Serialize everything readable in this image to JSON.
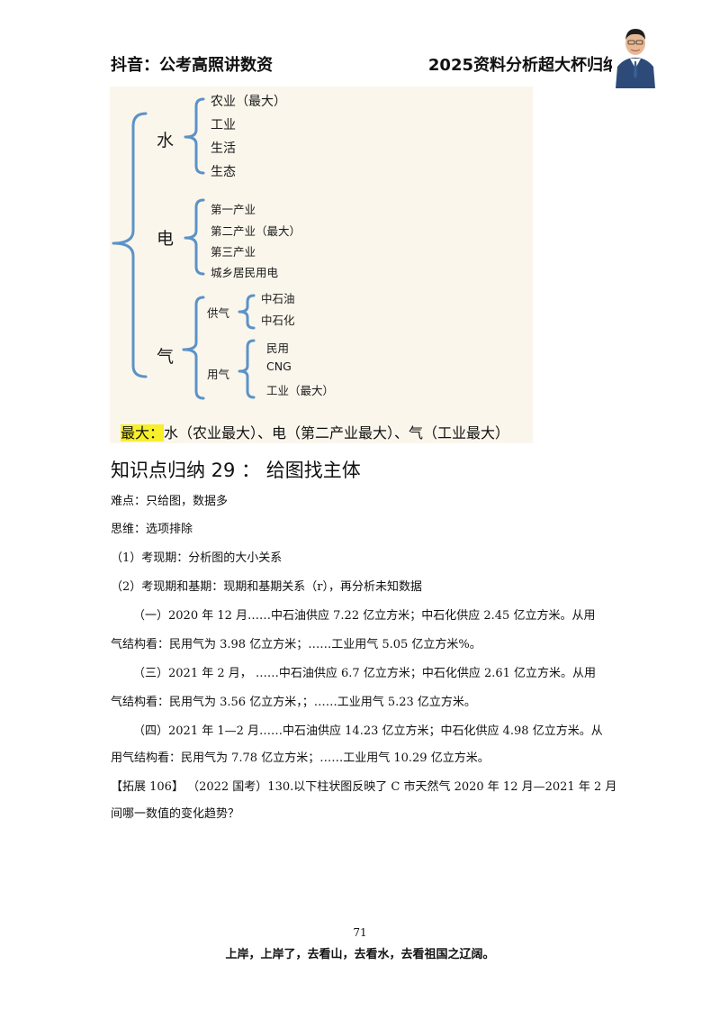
{
  "header": {
    "left": "抖音：公考高照讲数资",
    "right": "2025资料分析超大杯归纳"
  },
  "diagram": {
    "water": {
      "label": "水",
      "items": [
        "农业（最大）",
        "工业",
        "生活",
        "生态"
      ]
    },
    "electricity": {
      "label": "电",
      "items": [
        "第一产业",
        "第二产业（最大）",
        "第三产业",
        "城乡居民用电"
      ]
    },
    "gas": {
      "label": "气",
      "supply": {
        "label": "供气",
        "items": [
          "中石油",
          "中石化"
        ]
      },
      "use": {
        "label": "用气",
        "items": [
          "民用",
          "CNG",
          "工业（最大）"
        ]
      }
    },
    "summary_label": "最大：",
    "summary_text": "水（农业最大）、电（第二产业最大）、气（工业最大）"
  },
  "section": {
    "title": "知识点归纳 29 ： 给图找主体",
    "difficulty": "难点：只给图，数据多",
    "thinking": "思维：选项排除",
    "p1": "（1）考现期：分析图的大小关系",
    "p2": "（2）考现期和基期：现期和基期关系（r），再分析未知数据",
    "e1_l1": "（一）2020 年 12 月……中石油供应 7.22 亿立方米；中石化供应 2.45 亿立方米。从用",
    "e1_l2": "气结构看：民用气为 3.98 亿立方米；……工业用气 5.05 亿立方米%。",
    "e3_l1": "（三）2021 年 2 月， ……中石油供应 6.7 亿立方米；中石化供应 2.61 亿立方米。从用",
    "e3_l2": "气结构看：民用气为 3.56 亿立方米，；……工业用气 5.23 亿立方米。",
    "e4_l1": "（四）2021 年 1—2 月……中石油供应 14.23 亿立方米；中石化供应 4.98 亿立方米。从",
    "e4_l2": "用气结构看：民用气为 7.78 亿立方米；……工业用气 10.29 亿立方米。",
    "ext_l1": "【拓展 106】 （2022 国考）130.以下柱状图反映了 C 市天然气 2020 年 12 月—2021 年 2 月",
    "ext_l2": "间哪一数值的变化趋势？"
  },
  "footer": {
    "page_number": "71",
    "slogan": "上岸，上岸了，去看山，去看水，去看祖国之辽阔。"
  },
  "colors": {
    "bracket": "#5b93c7",
    "highlight": "#f7ef2a"
  }
}
